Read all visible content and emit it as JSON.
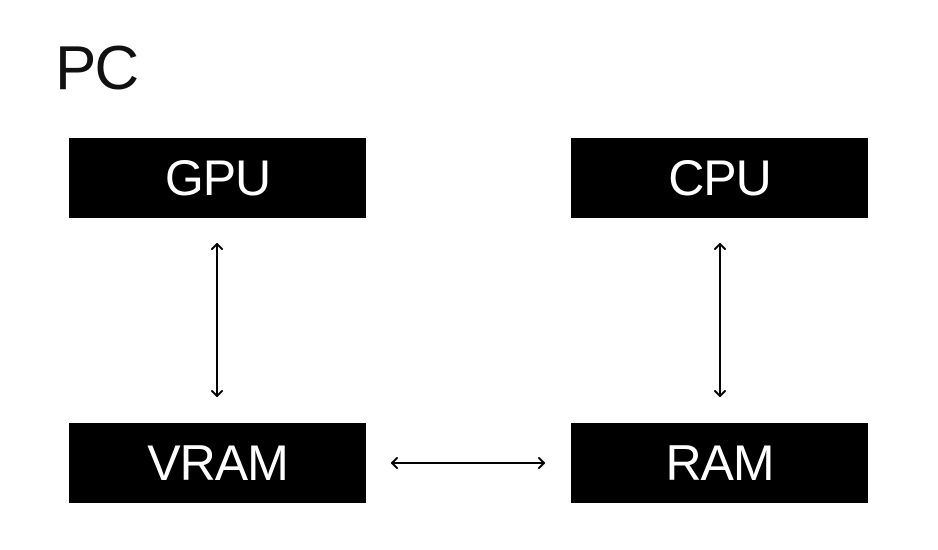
{
  "diagram": {
    "title": "PC",
    "nodes": [
      {
        "id": "gpu",
        "label": "GPU"
      },
      {
        "id": "cpu",
        "label": "CPU"
      },
      {
        "id": "vram",
        "label": "VRAM"
      },
      {
        "id": "ram",
        "label": "RAM"
      }
    ],
    "edges": [
      {
        "from": "gpu",
        "to": "vram",
        "direction": "bidirectional"
      },
      {
        "from": "cpu",
        "to": "ram",
        "direction": "bidirectional"
      },
      {
        "from": "vram",
        "to": "ram",
        "direction": "bidirectional"
      }
    ],
    "colors": {
      "box_fill": "#000000",
      "box_text": "#ffffff",
      "arrow": "#000000"
    }
  }
}
